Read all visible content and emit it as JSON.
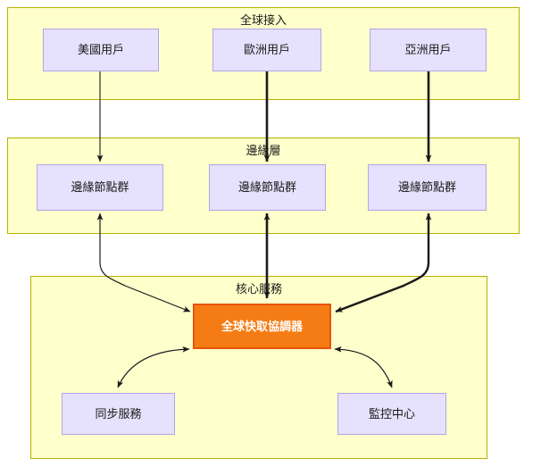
{
  "diagram": {
    "type": "layered-architecture-flow",
    "groups": [
      {
        "id": "access",
        "title": "全球接入"
      },
      {
        "id": "edge",
        "title": "邊緣層"
      },
      {
        "id": "core",
        "title": "核心服務"
      }
    ],
    "nodes": [
      {
        "id": "us",
        "label": "美國用戶",
        "group": "access",
        "style": "lavender"
      },
      {
        "id": "eu",
        "label": "歐洲用戶",
        "group": "access",
        "style": "lavender"
      },
      {
        "id": "asia",
        "label": "亞洲用戶",
        "group": "access",
        "style": "lavender"
      },
      {
        "id": "edge-1",
        "label": "邊緣節點群",
        "group": "edge",
        "style": "lavender"
      },
      {
        "id": "edge-2",
        "label": "邊緣節點群",
        "group": "edge",
        "style": "lavender"
      },
      {
        "id": "edge-3",
        "label": "邊緣節點群",
        "group": "edge",
        "style": "lavender"
      },
      {
        "id": "coordinator",
        "label": "全球快取協調器",
        "group": "core",
        "style": "accent"
      },
      {
        "id": "sync",
        "label": "同步服務",
        "group": "core",
        "style": "lavender"
      },
      {
        "id": "monitor",
        "label": "監控中心",
        "group": "core",
        "style": "lavender"
      }
    ],
    "edges": [
      {
        "from": "us",
        "to": "edge-1",
        "arrow": "single"
      },
      {
        "from": "eu",
        "to": "edge-2",
        "arrow": "single"
      },
      {
        "from": "asia",
        "to": "edge-3",
        "arrow": "single"
      },
      {
        "from": "edge-1",
        "to": "coordinator",
        "arrow": "double"
      },
      {
        "from": "edge-2",
        "to": "coordinator",
        "arrow": "double"
      },
      {
        "from": "edge-3",
        "to": "coordinator",
        "arrow": "double"
      },
      {
        "from": "coordinator",
        "to": "sync",
        "arrow": "double"
      },
      {
        "from": "coordinator",
        "to": "monitor",
        "arrow": "double"
      }
    ],
    "colors": {
      "group_fill": "#ffffcc",
      "group_border": "#b5b300",
      "node_fill": "#e6e1fc",
      "node_border": "#b3a4e8",
      "accent_fill": "#f57c14",
      "accent_border": "#e8540a",
      "accent_text": "#ffffff",
      "edge_line": "#000000",
      "canvas": "#ffffff"
    }
  }
}
